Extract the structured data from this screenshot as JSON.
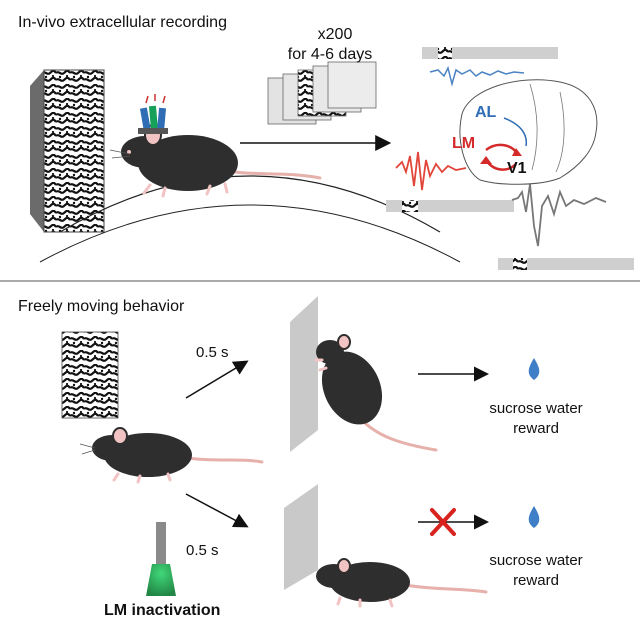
{
  "panels": {
    "top": {
      "title": "In-vivo extracellular recording",
      "repeat_count": "x200",
      "duration": "for 4-6 days",
      "regions": {
        "al": "AL",
        "lm": "LM",
        "v1": "V1"
      }
    },
    "bottom": {
      "title": "Freely moving behavior",
      "delay_top": "0.5 s",
      "delay_bottom": "0.5 s",
      "reward_top_line1": "sucrose water",
      "reward_top_line2": "reward",
      "reward_bottom_line1": "sucrose water",
      "reward_bottom_line2": "reward",
      "inactivation_label": "LM inactivation"
    }
  },
  "colors": {
    "al": "#2f6db5",
    "lm": "#d42a2a",
    "v1": "#111111",
    "trace_blue": "#4a83c4",
    "trace_red": "#e2463a",
    "trace_gray": "#777777",
    "laser_green": "#18a84a",
    "cross_red": "#d9231f",
    "drop_blue": "#3f7fc8",
    "mouse_body": "#2e2e2e",
    "mouse_ear": "#f2c3c3"
  },
  "icons": [
    "mouse-icon",
    "water-drop-icon",
    "cross-icon",
    "optic-fiber-icon",
    "electrode-icon"
  ]
}
